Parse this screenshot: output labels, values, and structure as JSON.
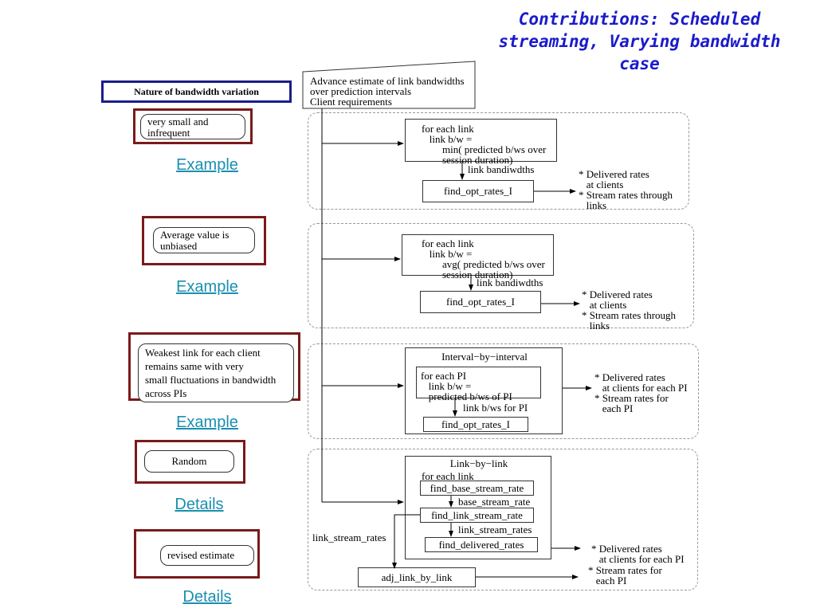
{
  "title": {
    "line1": "Contributions: Scheduled",
    "line2": "streaming, Varying bandwidth",
    "line3": "case"
  },
  "left": {
    "header": "Nature of bandwidth variation",
    "cases": [
      {
        "label": "very small and\ninfrequent",
        "link": "Example"
      },
      {
        "label": "Average value is\nunbiased",
        "link": "Example"
      },
      {
        "label": "Weakest link for each client\nremains same with very\nsmall fluctuations in bandwidth\nacross PIs",
        "link": "Example"
      },
      {
        "label": "Random",
        "link": "Details"
      },
      {
        "label": "revised estimate",
        "link": "Details"
      }
    ]
  },
  "top_box": "Advance estimate of link bandwidths\nover prediction intervals\nClient requirements",
  "section1": {
    "box": "for each link\n   link b/w =\n        min( predicted b/ws over\n        session duration)",
    "edge": "link bandiwdths",
    "func": "find_opt_rates_I",
    "out": "* Delivered rates\n   at clients\n* Stream rates through\n   links"
  },
  "section2": {
    "box": "for each link\n   link b/w =\n        avg( predicted b/ws over\n        session duration)",
    "edge": "link bandiwdths",
    "func": "find_opt_rates_I",
    "out": "* Delivered rates\n   at clients\n* Stream rates through\n   links"
  },
  "section3": {
    "header": "Interval−by−interval",
    "box": "for each PI\n   link b/w =\n   predicted b/ws of PI",
    "edge": "link b/ws for PI",
    "func": "find_opt_rates_I",
    "out": "* Delivered rates\n   at clients for each PI\n* Stream rates for\n   each PI"
  },
  "section4": {
    "header": "Link−by−link",
    "sub": "for each link",
    "f1": "find_base_stream_rate",
    "e1": "base_stream_rate",
    "f2": "find_link_stream_rate",
    "e2": "link_stream_rates",
    "f3": "find_delivered_rates",
    "side": "link_stream_rates",
    "adj": "adj_link_by_link",
    "out1": "* Delivered rates\n   at clients for each PI",
    "out2": "* Stream rates for\n   each PI"
  }
}
